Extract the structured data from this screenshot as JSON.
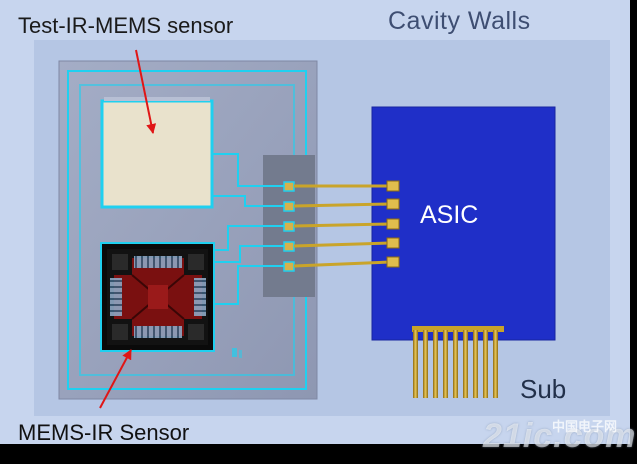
{
  "labels": {
    "test_sensor": "Test-IR-MEMS sensor",
    "cavity_walls": "Cavity Walls",
    "asic": "ASIC",
    "sub": "Sub",
    "mems_sensor": "MEMS-IR Sensor"
  },
  "watermark": {
    "text": "21ic.com",
    "cn_text": "中国电子网"
  },
  "colors": {
    "background": "#c7d5ee",
    "cavity_floor": "#b5c6e4",
    "chip": "#9aa3bd",
    "trace": "#1fd0f0",
    "asic": "#1f2fc8",
    "bond_wire": "#c9a42a",
    "test_pad": "#e9e2cc",
    "arrow": "#e01616"
  }
}
